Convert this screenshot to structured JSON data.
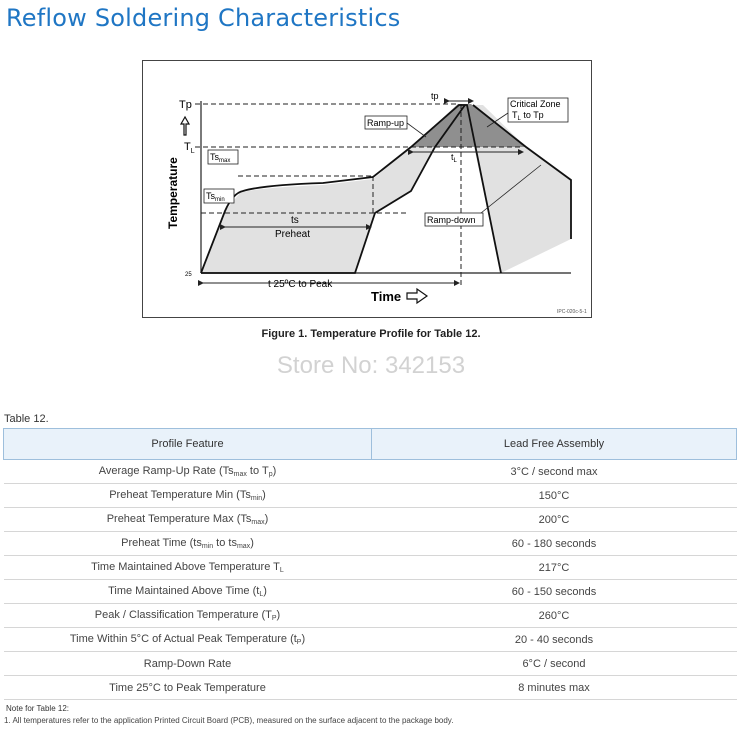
{
  "page": {
    "title": "Reflow Soldering Characteristics"
  },
  "figure": {
    "caption": "Figure 1.  Temperature Profile for Table 12.",
    "y_axis_label": "Temperature",
    "x_axis_label": "Time",
    "labels": {
      "tp_level": "Tp",
      "tl_level": "T",
      "tl_sub": "L",
      "y_25": "25",
      "ts_max": "Ts",
      "ts_max_sub": "max",
      "ts_min": "Ts",
      "ts_min_sub": "min",
      "ts": "ts",
      "preheat": "Preheat",
      "tp_time": "tp",
      "tl_time": "t",
      "tl_time_sub": "L",
      "ramp_up": "Ramp-up",
      "ramp_down": "Ramp-down",
      "critical_zone_1": "Critical Zone",
      "critical_zone_2a": "T",
      "critical_zone_2sub": "L",
      "critical_zone_2b": " to Tp",
      "t_25_to_peak": "t  25ºC to Peak",
      "ref_code": "IPC-020c-5-1"
    }
  },
  "watermark": "Store No: 342153",
  "table": {
    "title": "Table 12.",
    "headers": [
      "Profile Feature",
      "Lead Free Assembly"
    ],
    "rows": [
      {
        "feature": [
          {
            "t": "Average Ramp-Up Rate (Ts"
          },
          {
            "s": "max"
          },
          {
            "t": " to T"
          },
          {
            "s": "p"
          },
          {
            "t": ")"
          }
        ],
        "value": "3°C / second max"
      },
      {
        "feature": [
          {
            "t": "Preheat Temperature Min (Ts"
          },
          {
            "s": "min"
          },
          {
            "t": ")"
          }
        ],
        "value": "150°C"
      },
      {
        "feature": [
          {
            "t": "Preheat Temperature Max (Ts"
          },
          {
            "s": "max"
          },
          {
            "t": ")"
          }
        ],
        "value": "200°C"
      },
      {
        "feature": [
          {
            "t": "Preheat Time (ts"
          },
          {
            "s": "min"
          },
          {
            "t": " to ts"
          },
          {
            "s": "max"
          },
          {
            "t": ")"
          }
        ],
        "value": "60 - 180 seconds"
      },
      {
        "feature": [
          {
            "t": "Time Maintained Above Temperature T"
          },
          {
            "s": "L"
          }
        ],
        "value": "217°C"
      },
      {
        "feature": [
          {
            "t": "Time Maintained Above Time (t"
          },
          {
            "s": "L"
          },
          {
            "t": ")"
          }
        ],
        "value": "60 - 150 seconds"
      },
      {
        "feature": [
          {
            "t": "Peak / Classification Temperature (T"
          },
          {
            "s": "P"
          },
          {
            "t": ")"
          }
        ],
        "value": "260°C"
      },
      {
        "feature": [
          {
            "t": "Time Within 5°C of Actual Peak Temperature (t"
          },
          {
            "s": "P"
          },
          {
            "t": ")"
          }
        ],
        "value": "20 - 40 seconds"
      },
      {
        "feature": [
          {
            "t": "Ramp-Down Rate"
          }
        ],
        "value": "6°C / second"
      },
      {
        "feature": [
          {
            "t": "Time 25°C to Peak Temperature"
          }
        ],
        "value": "8 minutes max"
      }
    ]
  },
  "notes": {
    "title": "Note for Table 12:",
    "items": [
      "1.   All temperatures refer to the application Printed Circuit Board (PCB), measured on the surface adjacent to the package body."
    ]
  }
}
